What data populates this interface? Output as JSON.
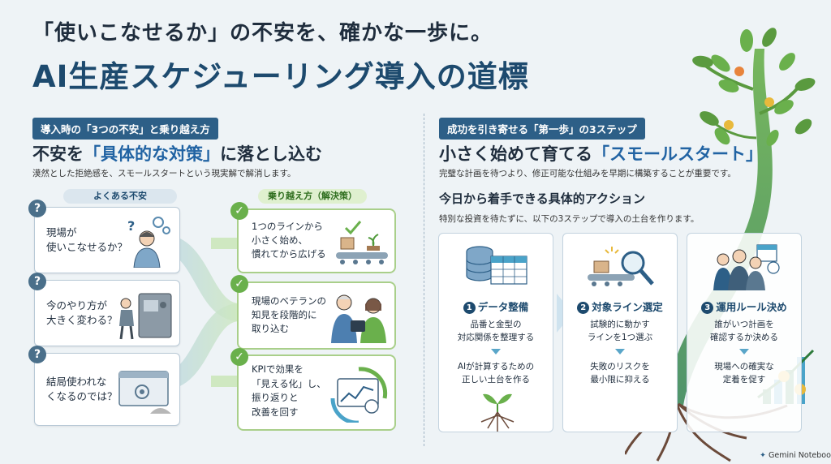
{
  "header": {
    "subtitle": "「使いこなせるか」の不安を、確かな一歩に。",
    "title": "AI生産スケジューリング導入の道標"
  },
  "left": {
    "pill": "導入時の「3つの不安」と乗り越え方",
    "heading_pre": "不安を",
    "heading_hl": "「具体的な対策」",
    "heading_post": "に落とし込む",
    "note": "漠然とした拒絶感を、スモールスタートという現実解で解消します。",
    "col_problem": "よくある不安",
    "col_solution": "乗り越え方（解決策）",
    "problems": [
      {
        "lines": [
          "現場が",
          "使いこなせるか？"
        ],
        "icon": "worker-question-icon"
      },
      {
        "lines": [
          "今のやり方が",
          "大きく変わる？"
        ],
        "icon": "machine-worker-icon"
      },
      {
        "lines": [
          "結局使われな",
          "くなるのでは？"
        ],
        "icon": "dusty-screen-icon"
      }
    ],
    "solutions": [
      {
        "lines": [
          "1つのラインから",
          "小さく始め、",
          "慣れてから広げる"
        ],
        "icon": "conveyor-check-icon"
      },
      {
        "lines": [
          "現場のベテランの",
          "知見を段階的に",
          "取り込む"
        ],
        "icon": "veteran-tablet-icon"
      },
      {
        "lines": [
          "KPIで効果を",
          "「見える化」し、",
          "振り返りと",
          "改善を回す"
        ],
        "icon": "kpi-cycle-icon"
      }
    ],
    "colors": {
      "problem": "#4a6f8a",
      "solution": "#6ab04c"
    }
  },
  "right": {
    "pill": "成功を引き寄せる「第一歩」の3ステップ",
    "heading_pre": "小さく始めて育てる",
    "heading_hl": "「スモールスタート」",
    "note": "完璧な計画を待つより、修正可能な仕組みを早期に構築することが重要です。",
    "sub_heading": "今日から着手できる具体的アクション",
    "sub_note": "特別な投資を待たずに、以下の3ステップで導入の土台を作ります。",
    "steps": [
      {
        "num": "1",
        "title": "データ整備",
        "top": [
          "品番と金型の",
          "対応関係を整理する"
        ],
        "bottom": [
          "AIが計算するための",
          "正しい土台を作る"
        ],
        "icon": "database-table-icon"
      },
      {
        "num": "2",
        "title": "対象ライン選定",
        "top": [
          "試験的に動かす",
          "ラインを1つ選ぶ"
        ],
        "bottom": [
          "失敗のリスクを",
          "最小限に抑える"
        ],
        "icon": "line-magnifier-icon"
      },
      {
        "num": "3",
        "title": "運用ルール決め",
        "top": [
          "誰がいつ計画を",
          "確認するか決める"
        ],
        "bottom": [
          "現場への確実な",
          "定着を促す"
        ],
        "icon": "team-calendar-icon"
      }
    ]
  },
  "footer": {
    "logo": "Gemini Notebook"
  }
}
